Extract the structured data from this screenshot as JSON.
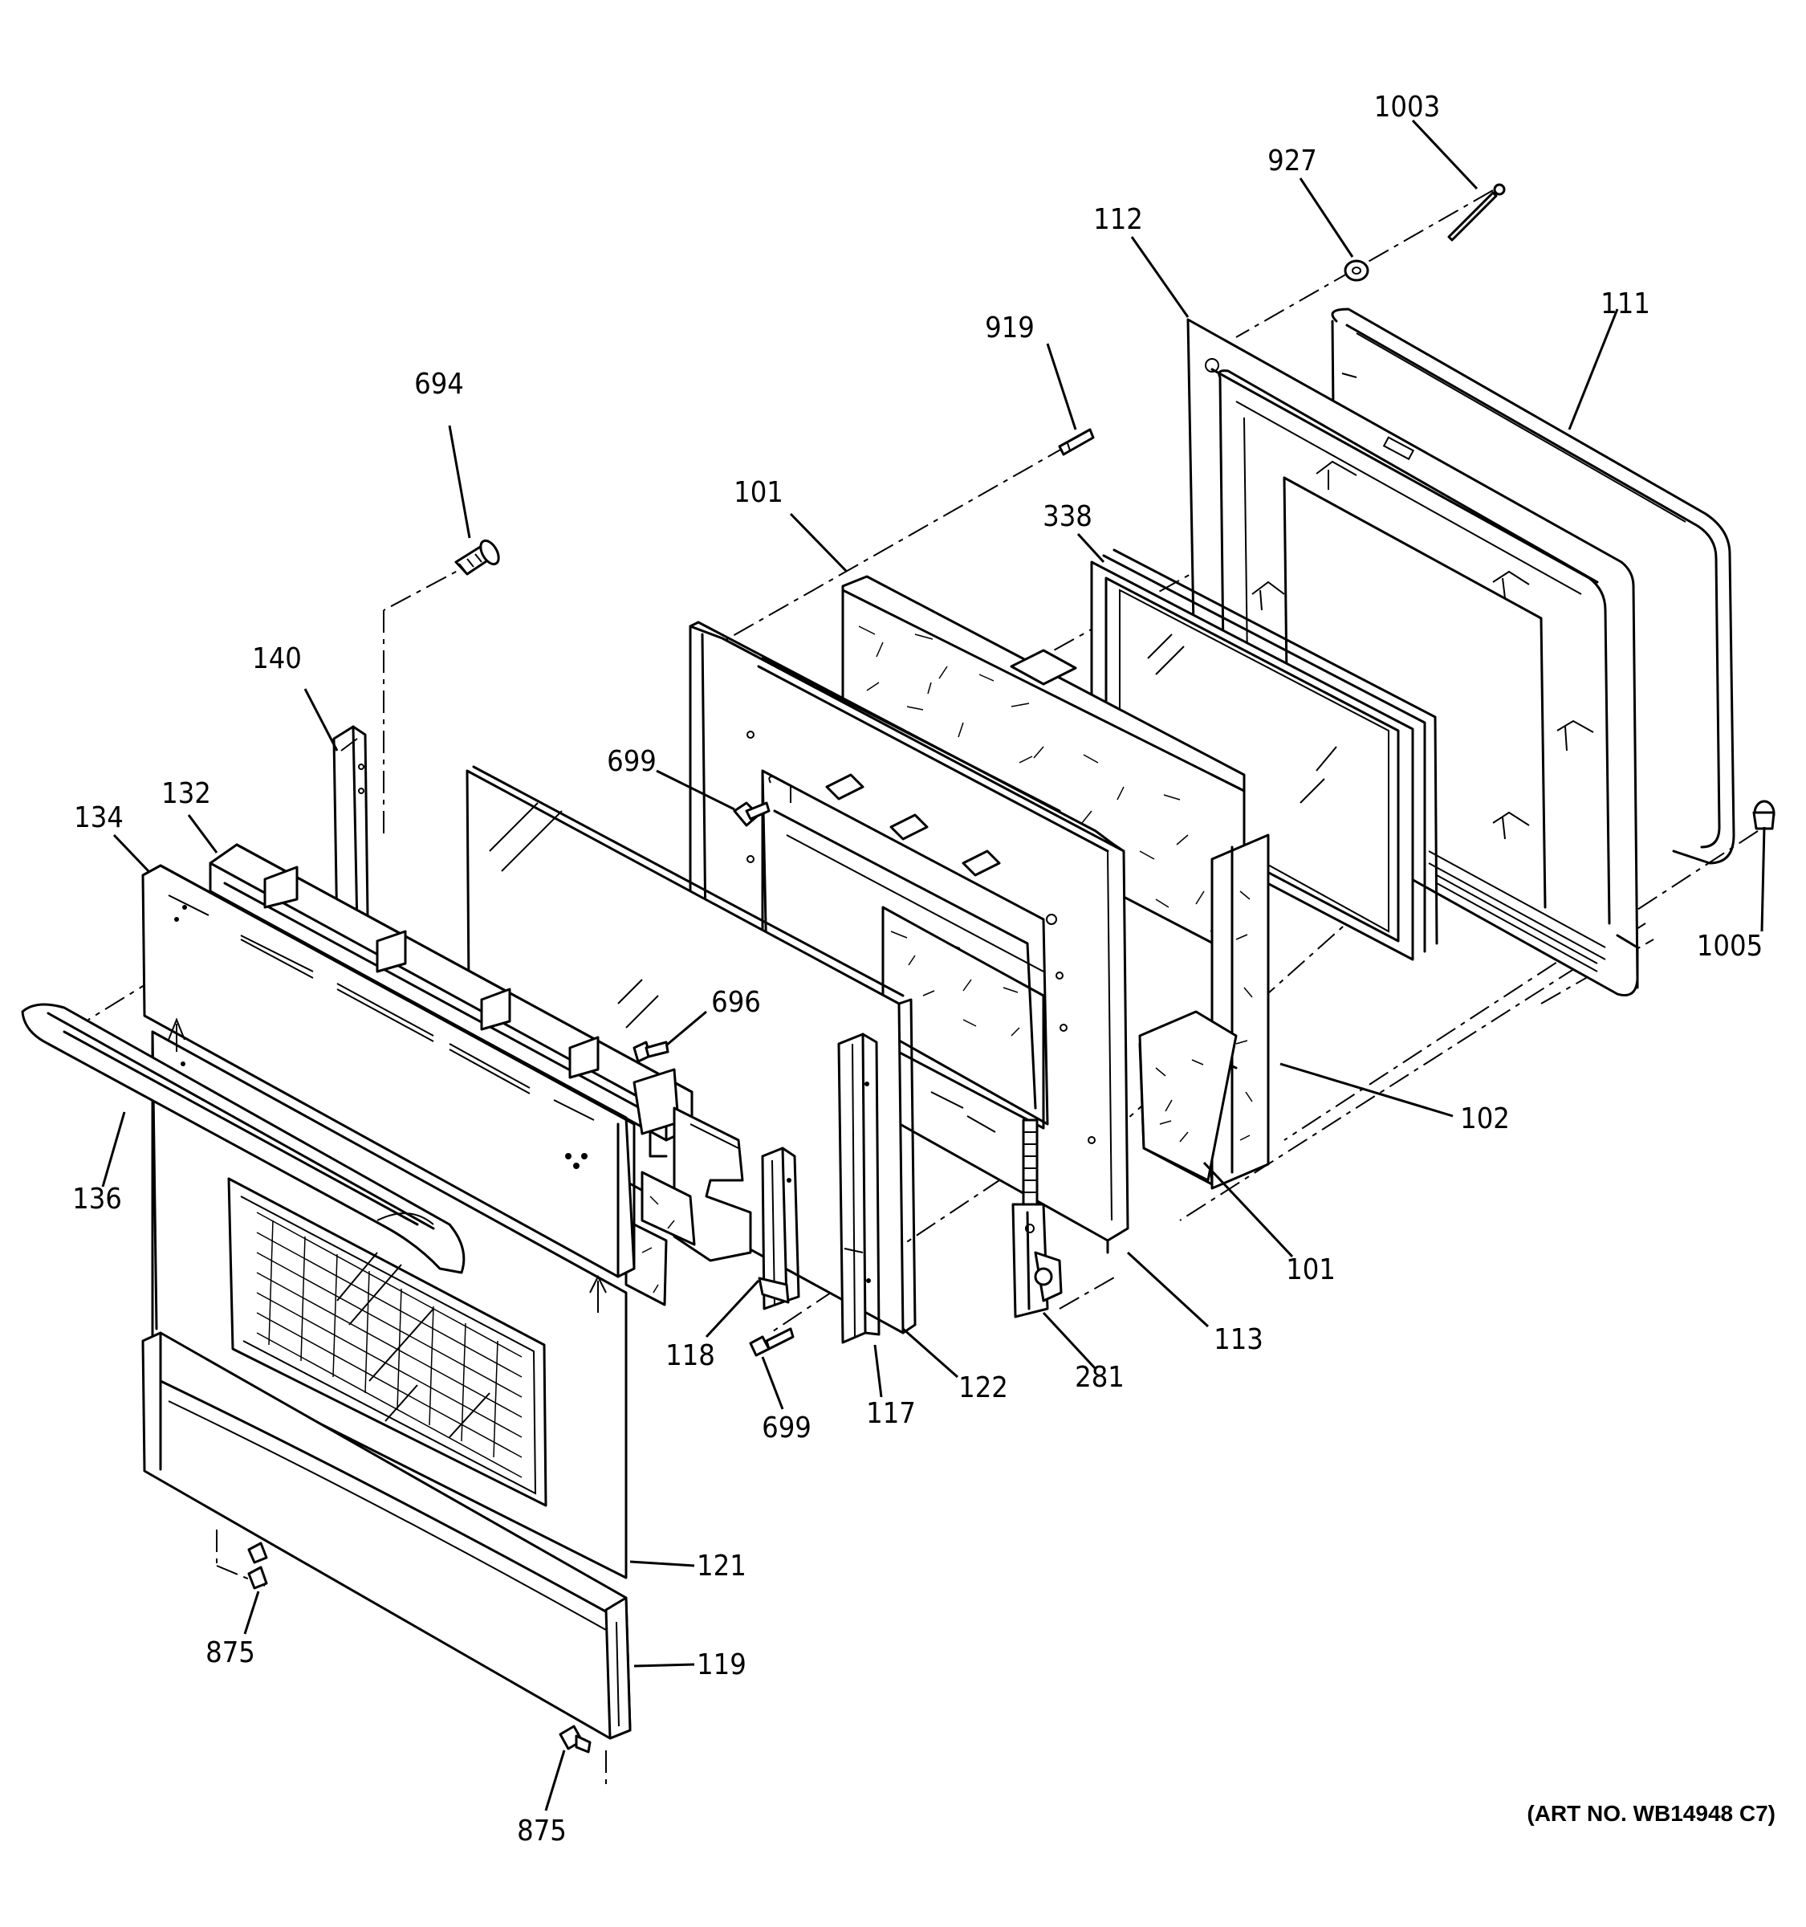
{
  "art_number": "(ART NO. WB14948 C7)",
  "callouts": {
    "c1003": "1003",
    "c927": "927",
    "c112": "112",
    "c111": "111",
    "c919": "919",
    "c694": "694",
    "c101a": "101",
    "c338": "338",
    "c140": "140",
    "c699a": "699",
    "c132": "132",
    "c134": "134",
    "c1005": "1005",
    "c696": "696",
    "c102": "102",
    "c136": "136",
    "c101b": "101",
    "c113": "113",
    "c118": "118",
    "c122": "122",
    "c281": "281",
    "c699b": "699",
    "c117": "117",
    "c121": "121",
    "c875a": "875",
    "c119": "119",
    "c875b": "875"
  }
}
